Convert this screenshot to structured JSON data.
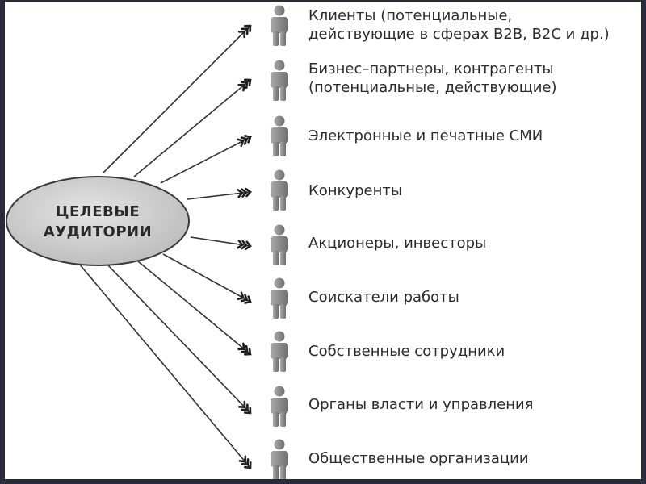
{
  "hub": {
    "lines": [
      "ЦЕЛЕВЫЕ",
      "АУДИТОРИИ"
    ]
  },
  "audiences": [
    {
      "lines": [
        "Клиенты (потенциальные,",
        "действующие в сферах В2В, В2С и др.)"
      ]
    },
    {
      "lines": [
        "Бизнес–партнеры, контрагенты",
        "(потенциальные, действующие)"
      ]
    },
    {
      "lines": [
        "Электронные и печатные СМИ"
      ]
    },
    {
      "lines": [
        "Конкуренты"
      ]
    },
    {
      "lines": [
        "Акционеры, инвесторы"
      ]
    },
    {
      "lines": [
        "Соискатели работы"
      ]
    },
    {
      "lines": [
        "Собственные сотрудники"
      ]
    },
    {
      "lines": [
        "Органы власти и управления"
      ]
    },
    {
      "lines": [
        "Общественные организации"
      ]
    }
  ],
  "icons": {
    "person": "person-icon",
    "arrowhead": "triple-chevron-arrow-icon"
  },
  "colors": {
    "hub_fill": "#d2d2d2",
    "figure": "#8a8a8a",
    "line": "#333333",
    "text": "#2b2b2b"
  }
}
